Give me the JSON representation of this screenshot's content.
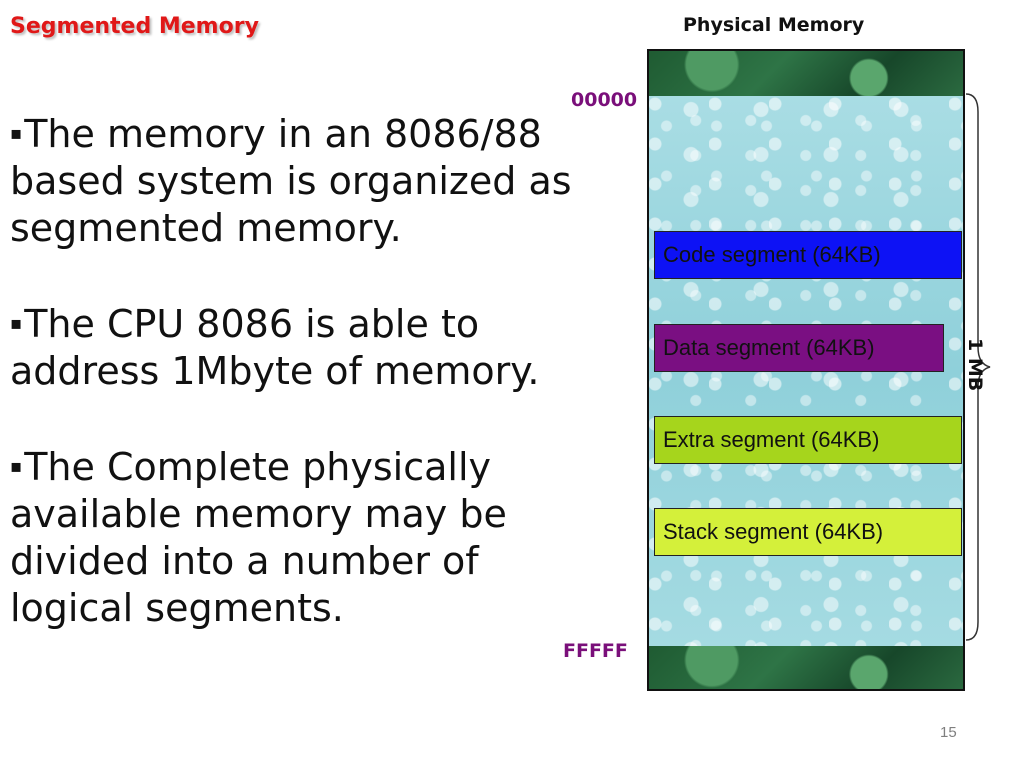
{
  "slide": {
    "title": "Segmented Memory",
    "page_number": "15",
    "bullet_marker": "▪",
    "bullets": [
      "The memory in an 8086/88 based system is organized as segmented memory.",
      "The CPU 8086 is able to address 1Mbyte of memory.",
      "The Complete physically available memory may be divided into a number of logical segments."
    ]
  },
  "diagram": {
    "title": "Physical Memory",
    "start_address": "00000",
    "end_address": "FFFFF",
    "size_label": "1 MB",
    "segments": [
      {
        "label": "Code segment (64KB)",
        "color": "#0d12f5"
      },
      {
        "label": "Data segment (64KB)",
        "color": "#7a0f82"
      },
      {
        "label": "Extra segment (64KB)",
        "color": "#a6d51c"
      },
      {
        "label": "Stack segment (64KB)",
        "color": "#d4f03a"
      }
    ]
  }
}
